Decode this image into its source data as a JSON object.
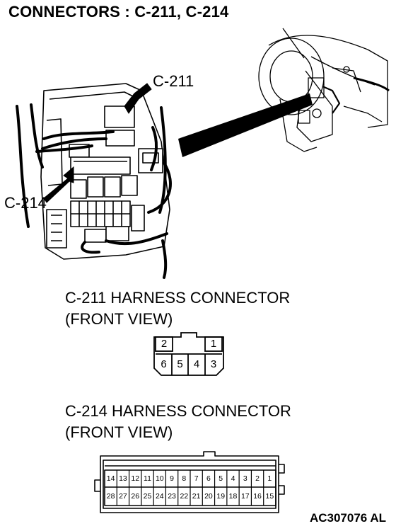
{
  "title": "CONNECTORS : C-211, C-214",
  "callouts": {
    "c211": "C-211",
    "c214": "C-214"
  },
  "connector_c211": {
    "heading_line1": "C-211 HARNESS CONNECTOR",
    "heading_line2": "(FRONT VIEW)",
    "top_row": [
      "2",
      "",
      "1"
    ],
    "bottom_row": [
      "6",
      "5",
      "4",
      "3"
    ]
  },
  "connector_c214": {
    "heading_line1": "C-214 HARNESS CONNECTOR",
    "heading_line2": "(FRONT VIEW)",
    "top_row": [
      "14",
      "13",
      "12",
      "11",
      "10",
      "9",
      "8",
      "7",
      "6",
      "5",
      "4",
      "3",
      "2",
      "1"
    ],
    "bottom_row": [
      "28",
      "27",
      "26",
      "25",
      "24",
      "23",
      "22",
      "21",
      "20",
      "19",
      "18",
      "17",
      "16",
      "15"
    ]
  },
  "figure_code": "AC307076 AL"
}
